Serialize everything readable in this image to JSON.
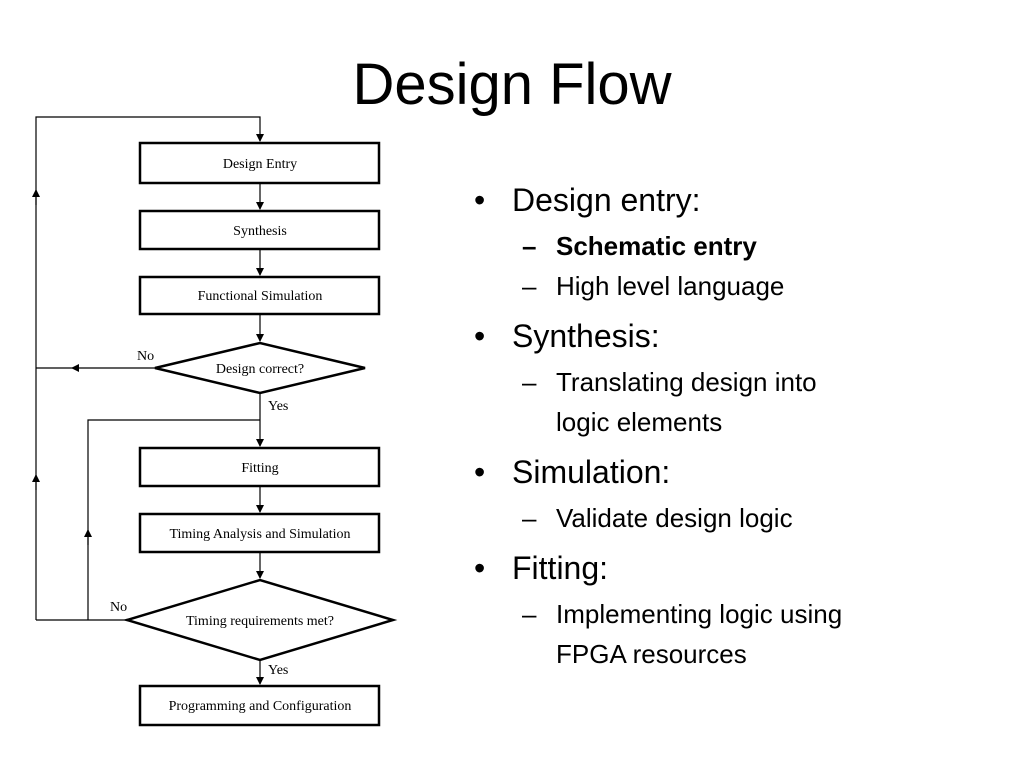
{
  "title": "Design Flow",
  "flowchart": {
    "steps": {
      "design_entry": "Design Entry",
      "synthesis": "Synthesis",
      "functional_simulation": "Functional Simulation",
      "fitting": "Fitting",
      "timing_analysis": "Timing Analysis and Simulation",
      "programming": "Programming and Configuration"
    },
    "decisions": {
      "design_correct": "Design correct?",
      "timing_met": "Timing requirements met?"
    },
    "labels": {
      "no_1": "No",
      "yes_1": "Yes",
      "no_2": "No",
      "yes_2": "Yes"
    }
  },
  "bullets": [
    {
      "text": "Design entry:",
      "subs": [
        {
          "text": "Schematic entry",
          "bold": true
        },
        {
          "text": "High level language",
          "bold": false
        }
      ]
    },
    {
      "text": "Synthesis:",
      "subs": [
        {
          "text": "Translating design into",
          "bold": false
        },
        {
          "text": "logic elements",
          "bold": false
        }
      ]
    },
    {
      "text": "Simulation:",
      "subs": [
        {
          "text": "Validate design logic",
          "bold": false
        }
      ]
    },
    {
      "text": "Fitting:",
      "subs": [
        {
          "text": "Implementing logic using",
          "bold": false
        },
        {
          "text": "FPGA resources",
          "bold": false
        }
      ]
    }
  ],
  "glyphs": {
    "bullet": "•",
    "dash": "–"
  }
}
